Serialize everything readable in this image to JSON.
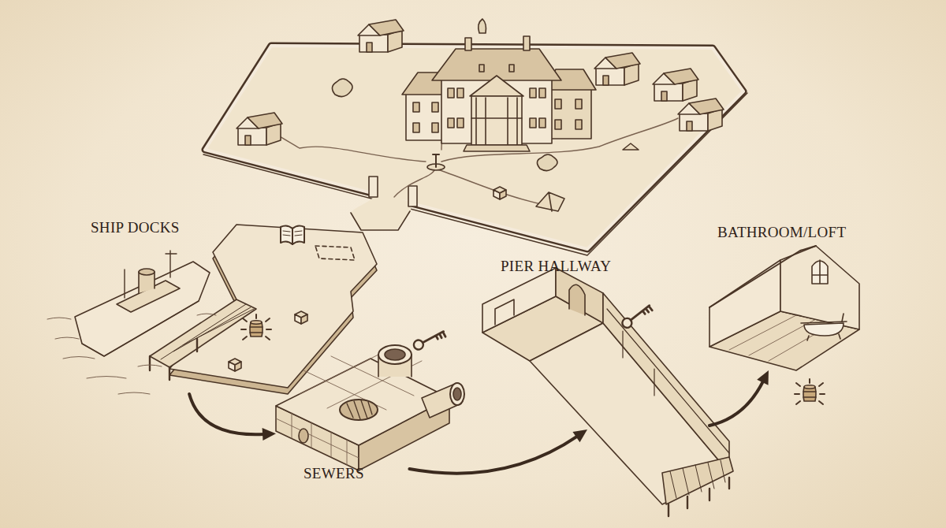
{
  "diagram": {
    "nodes": [
      {
        "text": [
          "SHIP DOCKS"
        ]
      },
      {
        "text": [
          "SEWERS"
        ]
      },
      {
        "text": [
          "PIER HALLWAY"
        ]
      },
      {
        "text": [
          "BATHROOM/LOFT"
        ]
      }
    ],
    "edges": [
      {
        "from": 0,
        "to": 1,
        "arrow": "to"
      },
      {
        "from": 1,
        "to": 2,
        "arrow": "to"
      },
      {
        "from": 2,
        "to": 3,
        "arrow": "to"
      }
    ]
  }
}
